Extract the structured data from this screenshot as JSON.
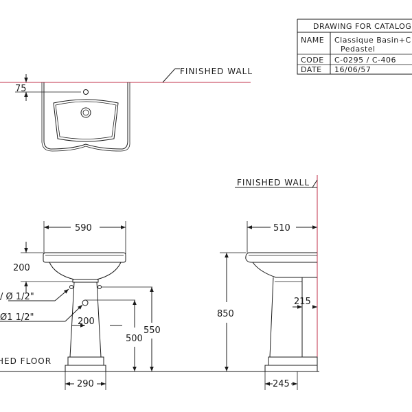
{
  "title_block": {
    "heading": "DRAWING FOR CATALOG",
    "rows": [
      {
        "label": "NAME",
        "value": "Classique Basin+C",
        "value2": "Pedastel"
      },
      {
        "label": "CODE",
        "value": "C-0295 / C-406"
      },
      {
        "label": "DATE",
        "value": "16/06/57"
      }
    ]
  },
  "labels": {
    "finished_wall_top": "FINISHED WALL",
    "finished_wall_side": "FINISHED WALL",
    "finished_floor": "HED FLOOR"
  },
  "dimensions": {
    "tap_hole_offset": "75",
    "front_width": "590",
    "side_depth": "510",
    "bowl_height": "200",
    "supply_pipe": "/ Ø 1/2\"",
    "drain_pipe": "Ø1 1/2\"",
    "drain_height": "200",
    "supply_height": "500",
    "pedestal_height": "550",
    "total_height": "850",
    "drain_offset": "215",
    "front_base_width": "290",
    "side_base_width": "245"
  }
}
